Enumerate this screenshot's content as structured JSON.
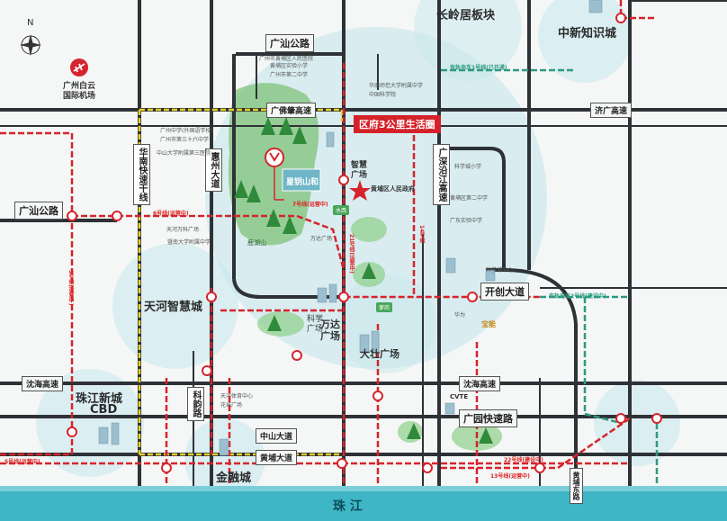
{
  "compass": {
    "label": "N"
  },
  "airport": {
    "label": "广州白云\n国际机场",
    "line1": "广州白云",
    "line2": "国际机场"
  },
  "roads": {
    "guangshan_top": "广汕公路",
    "guangshan_left": "广汕公路",
    "guangfu": "广佛肇高速",
    "jiguang": "济广高速",
    "kaichuang": "开创大道",
    "huanan": "华南快速干线",
    "shahe": "沈海高速",
    "shahe_right": "沈海高速",
    "guangyuan": "广园快速路",
    "zhongshan": "中山大道",
    "huangpu": "黄埔大道",
    "guangshen": "广深沿江高速",
    "huizhou": "惠州大道",
    "keyun": "科韵路",
    "huangpu_east": "黄埔东路"
  },
  "areas": {
    "changling": "长岭居板块",
    "zhongxin": "中新知识城",
    "tianhe": "天河智慧城",
    "zhujiang": "珠江新城\nCBD",
    "zhujiang1": "珠江新城",
    "zhujiang2": "CBD",
    "jinrong": "金融城",
    "wanda": "万达\n广场",
    "wanda1": "万达",
    "wanda2": "广场",
    "dagang": "大壮广场",
    "keyun_plaza": "科学\n广场",
    "keyun1": "科学",
    "keyun2": "广场",
    "zhuhe": "智慧\n广场",
    "zhuhe1": "智慧",
    "zhuhe2": "广场",
    "river": "珠   江",
    "huangpu_mountain": "鹿湖山"
  },
  "highlight": {
    "label": "区府3公里生活圈"
  },
  "project": {
    "label": "星钥山和",
    "gov": "黄埔区人民政府"
  },
  "pills": {
    "p1": "萝岗",
    "p2": "水西"
  },
  "metro": {
    "line6": "6号线(运营中)",
    "line7": "7号线(运营中)",
    "line13": "13号线(运营中)",
    "line21": "21号线(运营中)",
    "line5": "5号线(运营中)",
    "line14": "14号线",
    "line3": "3号线(运营中)",
    "line22": "22号线(建设中)",
    "line2b": "有轨电车2号线(建设中)",
    "line1": "有轨电车1号线(已开通)"
  },
  "pois": {
    "a": "广州中学(外国语学校)",
    "b": "广州市第三十六中学",
    "c": "中山大学附属第三医院",
    "d": "广州市黄埔区人民医院",
    "e": "黄埔区实验小学",
    "f": "广州市第二中学",
    "g": "科学城小学",
    "h": "华南师范大学附属中学",
    "i": "中国科学院",
    "j": "天河万科广场",
    "k": "暨南大学附属中学",
    "l": "黄埔区第二中学",
    "m": "万达广场",
    "n": "广东实验中学",
    "o": "华为",
    "p": "科学城中心",
    "q": "天河体育中心",
    "r": "花城广场",
    "s": "CVTE",
    "t": "宝能"
  }
}
